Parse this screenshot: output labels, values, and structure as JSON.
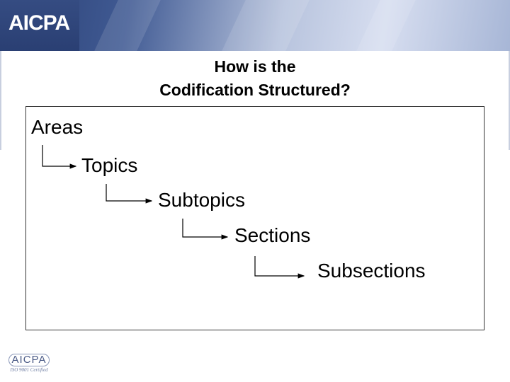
{
  "header": {
    "logo_text": "AICPA"
  },
  "title": {
    "line1": "How is the",
    "line2": "Codification Structured?"
  },
  "hierarchy": {
    "levels": [
      "Areas",
      "Topics",
      "Subtopics",
      "Sections",
      "Subsections"
    ]
  },
  "footer": {
    "logo_text": "AICPA",
    "logo_subtext": "ISO 9001 Certified"
  }
}
